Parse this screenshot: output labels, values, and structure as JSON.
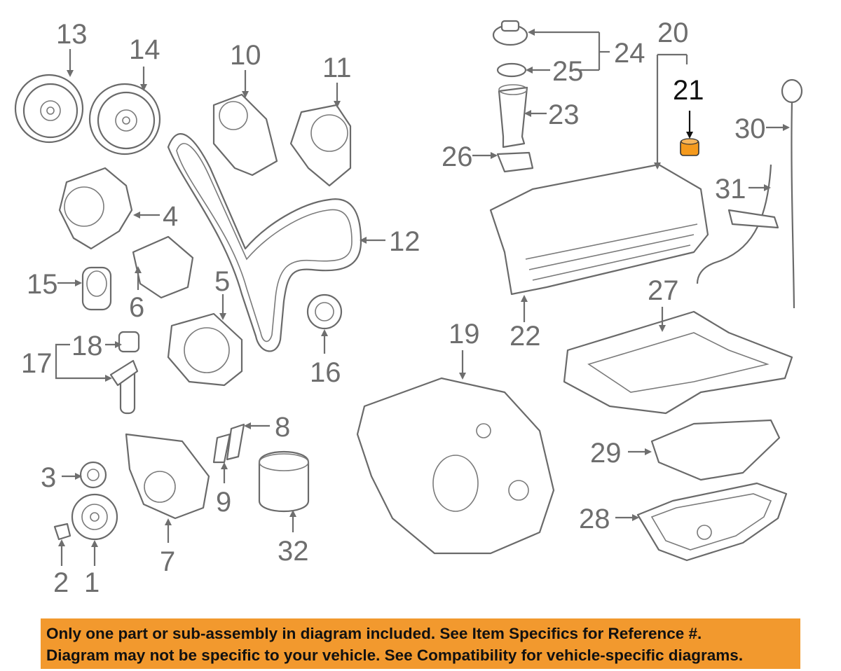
{
  "callouts": [
    "1",
    "2",
    "3",
    "4",
    "5",
    "6",
    "7",
    "8",
    "9",
    "10",
    "11",
    "12",
    "13",
    "14",
    "15",
    "16",
    "17",
    "18",
    "19",
    "20",
    "21",
    "22",
    "23",
    "24",
    "25",
    "26",
    "27",
    "28",
    "29",
    "30",
    "31",
    "32"
  ],
  "highlighted_part": "21",
  "colors": {
    "highlight": "#f59a1d",
    "banner": "#f2992e",
    "line_art": "#6a6a6a",
    "callout_text": "#6e6e6e"
  },
  "disclaimer": {
    "line1": "Only one part or sub-assembly in diagram included. See Item Specifics for Reference #.",
    "line2": "Diagram may not be specific to your vehicle. See Compatibility for vehicle-specific diagrams."
  }
}
